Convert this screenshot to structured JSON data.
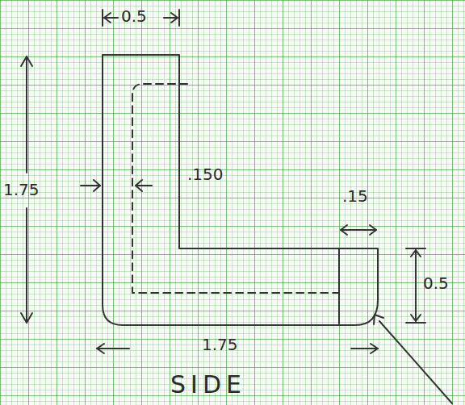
{
  "diagram": {
    "caption": "SIDE",
    "labels": [
      "0.5",
      "1.75",
      ".150",
      ".15",
      "0.5",
      "1.75"
    ]
  }
}
